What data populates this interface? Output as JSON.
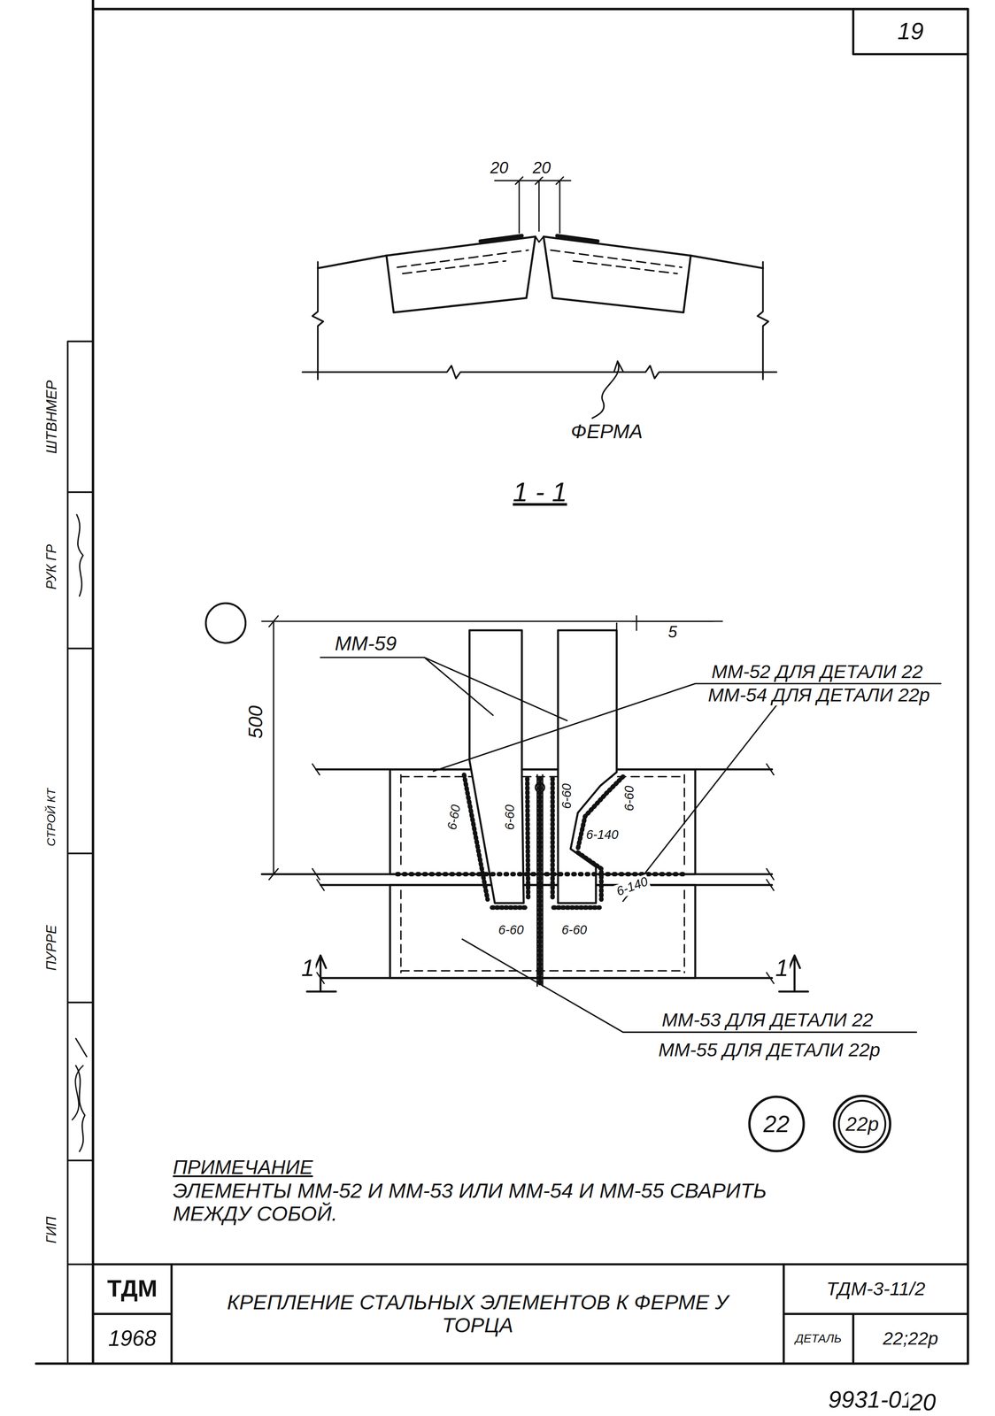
{
  "diagram": {
    "nodes": [
      {
        "text": [
          "19"
        ]
      },
      {
        "text": [
          "ТДМ"
        ]
      },
      {
        "text": [
          "1968"
        ]
      },
      {
        "text": [
          "КРЕПЛЕНИЕ СТАЛЬНЫХ ЭЛЕМЕНТОВ К ФЕРМЕ У ТОРЦА"
        ]
      },
      {
        "text": [
          "ТДМ-3-11/2"
        ]
      },
      {
        "text": [
          "ДЕТАЛЬ"
        ]
      },
      {
        "text": [
          "22;22р"
        ]
      },
      {
        "text": [
          "22"
        ]
      },
      {
        "text": [
          "22р"
        ]
      }
    ],
    "labels": [
      "20",
      "20",
      "ФЕРМА",
      "1 - 1",
      "ММ-59",
      "500",
      "5",
      "ММ-52 ДЛЯ ДЕТАЛИ 22",
      "ММ-54 ДЛЯ ДЕТАЛИ 22р",
      "6-60",
      "6-60",
      "6-60",
      "6-60",
      "6-140",
      "6-140",
      "6-60",
      "6-60",
      "ММ-53 ДЛЯ ДЕТАЛИ 22",
      "ММ-55 ДЛЯ ДЕТАЛИ 22р",
      "1",
      "1",
      "ПРИМЕЧАНИЕ",
      "ЭЛЕМЕНТЫ ММ-52 И ММ-53 ИЛИ ММ-54 И ММ-55 СВАРИТЬ МЕЖДУ СОБОЙ.",
      "9931-01",
      "20",
      "ШТВНМЕР",
      "РУК ГР",
      "СТРОЙ КТ",
      "ПУРРЕ",
      "ГИП"
    ]
  }
}
